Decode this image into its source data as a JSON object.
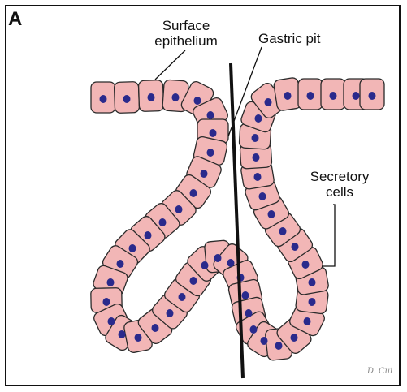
{
  "figure": {
    "panel_letter": "A",
    "labels": {
      "surface_epithelium_line1": "Surface",
      "surface_epithelium_line2": "epithelium",
      "gastric_pit": "Gastric pit",
      "secretory_line1": "Secretory",
      "secretory_line2": "cells"
    },
    "signature": "D. Cui"
  },
  "colors": {
    "cell_fill": "#f2b6b6",
    "cell_stroke": "#2a2a2a",
    "nucleus": "#2a2a8c",
    "line": "#111111"
  }
}
